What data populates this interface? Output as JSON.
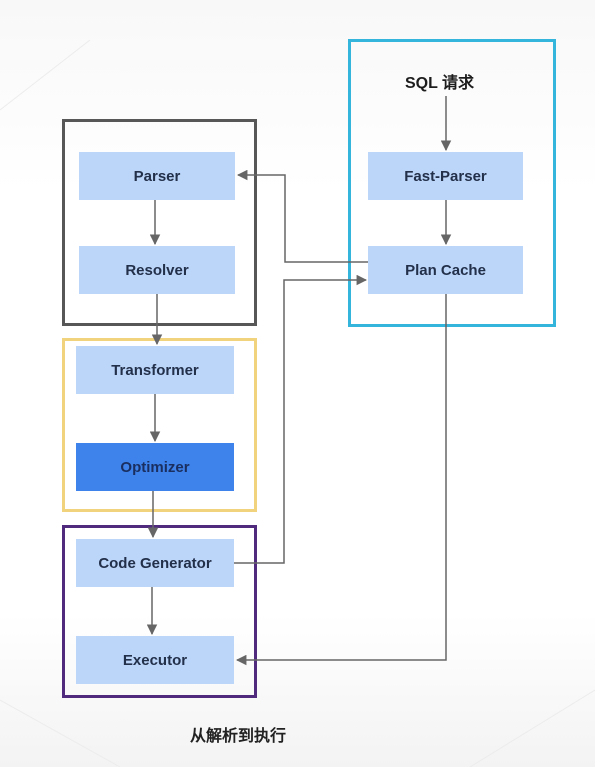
{
  "diagram": {
    "request_label": "SQL 请求",
    "caption": "从解析到执行",
    "nodes": {
      "parser": "Parser",
      "resolver": "Resolver",
      "transformer": "Transformer",
      "optimizer": "Optimizer",
      "code_generator": "Code Generator",
      "executor": "Executor",
      "fast_parser": "Fast-Parser",
      "plan_cache": "Plan Cache"
    },
    "edges": [
      {
        "from": "SQL 请求",
        "to": "Fast-Parser"
      },
      {
        "from": "Fast-Parser",
        "to": "Plan Cache"
      },
      {
        "from": "Plan Cache",
        "to": "Parser"
      },
      {
        "from": "Plan Cache",
        "to": "Executor"
      },
      {
        "from": "Parser",
        "to": "Resolver"
      },
      {
        "from": "Resolver",
        "to": "Transformer"
      },
      {
        "from": "Transformer",
        "to": "Optimizer"
      },
      {
        "from": "Optimizer",
        "to": "Code Generator"
      },
      {
        "from": "Code Generator",
        "to": "Plan Cache"
      },
      {
        "from": "Code Generator",
        "to": "Executor"
      }
    ],
    "colors": {
      "node_fill": "#bcd6fa",
      "node_highlight": "#3e82ec",
      "group_parse_border": "#575757",
      "group_optimize_border": "#f1d27d",
      "group_execute_border": "#4f2a7d",
      "group_cache_border": "#33b5dc",
      "edge": "#666666"
    }
  }
}
